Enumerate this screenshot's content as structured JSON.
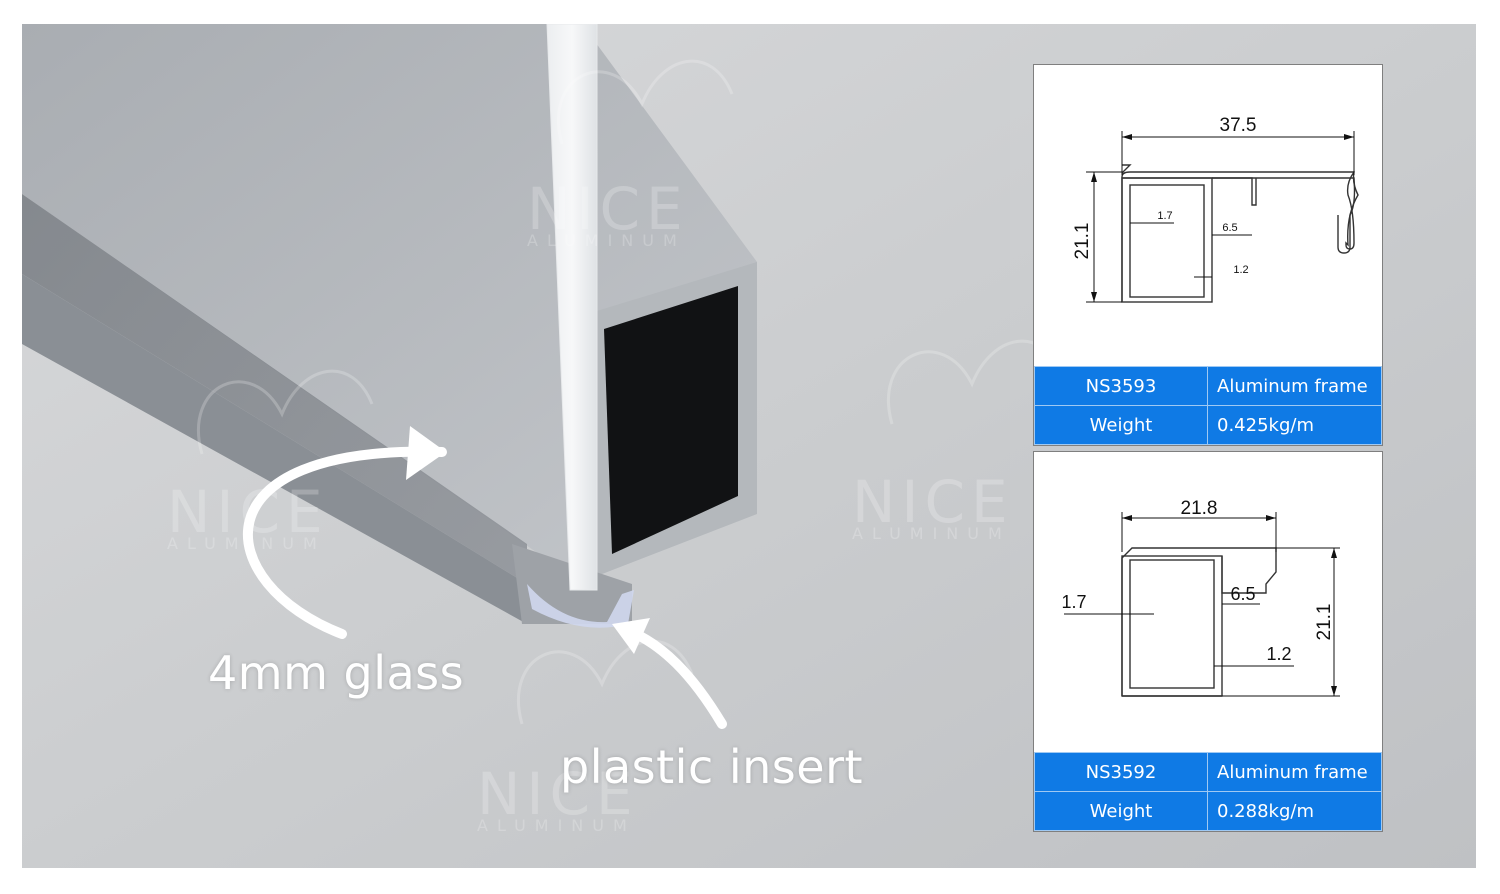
{
  "callouts": {
    "glass": "4mm glass",
    "insert": "plastic insert"
  },
  "watermark": {
    "brand": "NICE",
    "sub": "ALUMINUM"
  },
  "profiles": [
    {
      "code": "NS3593",
      "type": "Aluminum frame",
      "weight_label": "Weight",
      "weight": "0.425kg/m",
      "dims": {
        "width": "37.5",
        "height": "21.1",
        "wall": "1.7",
        "slot": "6.5",
        "gap": "1.2"
      }
    },
    {
      "code": "NS3592",
      "type": "Aluminum frame",
      "weight_label": "Weight",
      "weight": "0.288kg/m",
      "dims": {
        "width": "21.8",
        "height": "21.1",
        "wall": "1.7",
        "slot": "6.5",
        "gap": "1.2"
      }
    }
  ],
  "colors": {
    "table_blue": "#0f7ae5",
    "background_grey": "#c9cbcd"
  }
}
